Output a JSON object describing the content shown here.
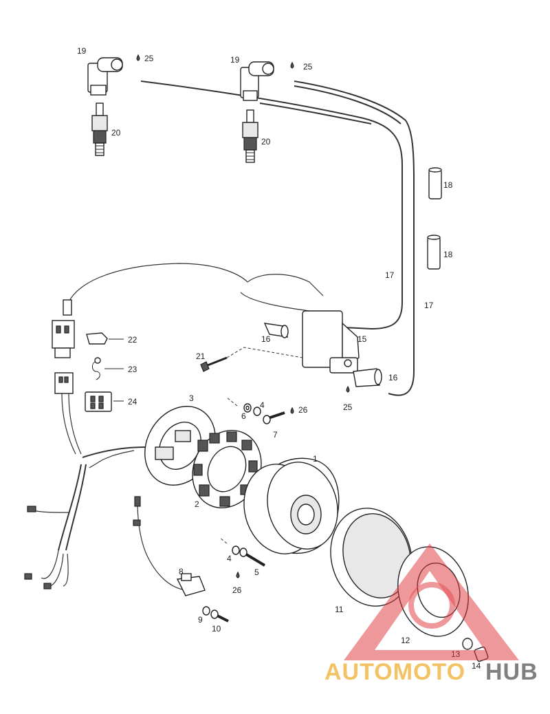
{
  "callouts": {
    "c1": "1",
    "c2": "2",
    "c3": "3",
    "c4a": "4",
    "c4b": "4",
    "c5": "5",
    "c6": "6",
    "c7": "7",
    "c8": "8",
    "c9": "9",
    "c10": "10",
    "c11": "11",
    "c12": "12",
    "c13": "13",
    "c14": "14",
    "c15": "15",
    "c16a": "16",
    "c16b": "16",
    "c17a": "17",
    "c17b": "17",
    "c18a": "18",
    "c18b": "18",
    "c19a": "19",
    "c19b": "19",
    "c20a": "20",
    "c20b": "20",
    "c21": "21",
    "c22": "22",
    "c23": "23",
    "c24": "24",
    "c25a": "25",
    "c25b": "25",
    "c25c": "25",
    "c26a": "26",
    "c26b": "26"
  },
  "watermark": {
    "part1": "AUTOMOTO",
    "part2": "HUB",
    "color1": "#f2b84a",
    "color2": "#6b6b6b",
    "triangle_color": "#e0353a"
  }
}
